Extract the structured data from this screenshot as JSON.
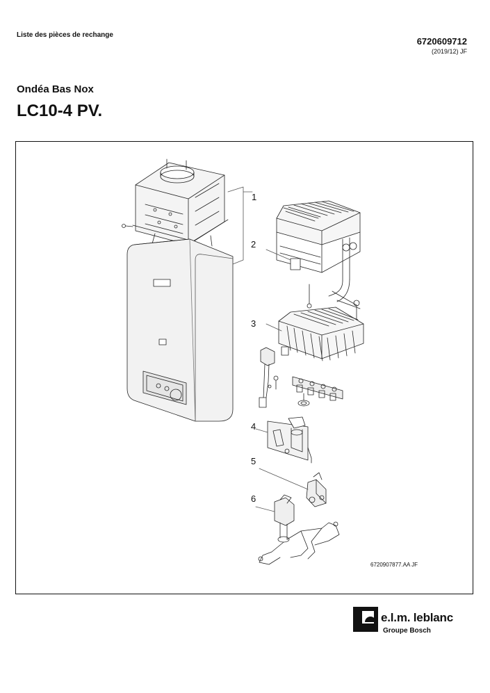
{
  "header": {
    "doc_type": "Liste des pièces de rechange",
    "doc_number": "6720609712",
    "doc_date": "(2019/12) JF"
  },
  "product": {
    "series": "Ondéa Bas Nox",
    "model": "LC10-4 PV."
  },
  "diagram": {
    "callouts": [
      "1",
      "2",
      "3",
      "4",
      "5",
      "6"
    ],
    "drawing_ref": "6720907877.AA   JF"
  },
  "brand": {
    "name": "e.l.m. leblanc",
    "group": "Groupe Bosch"
  }
}
